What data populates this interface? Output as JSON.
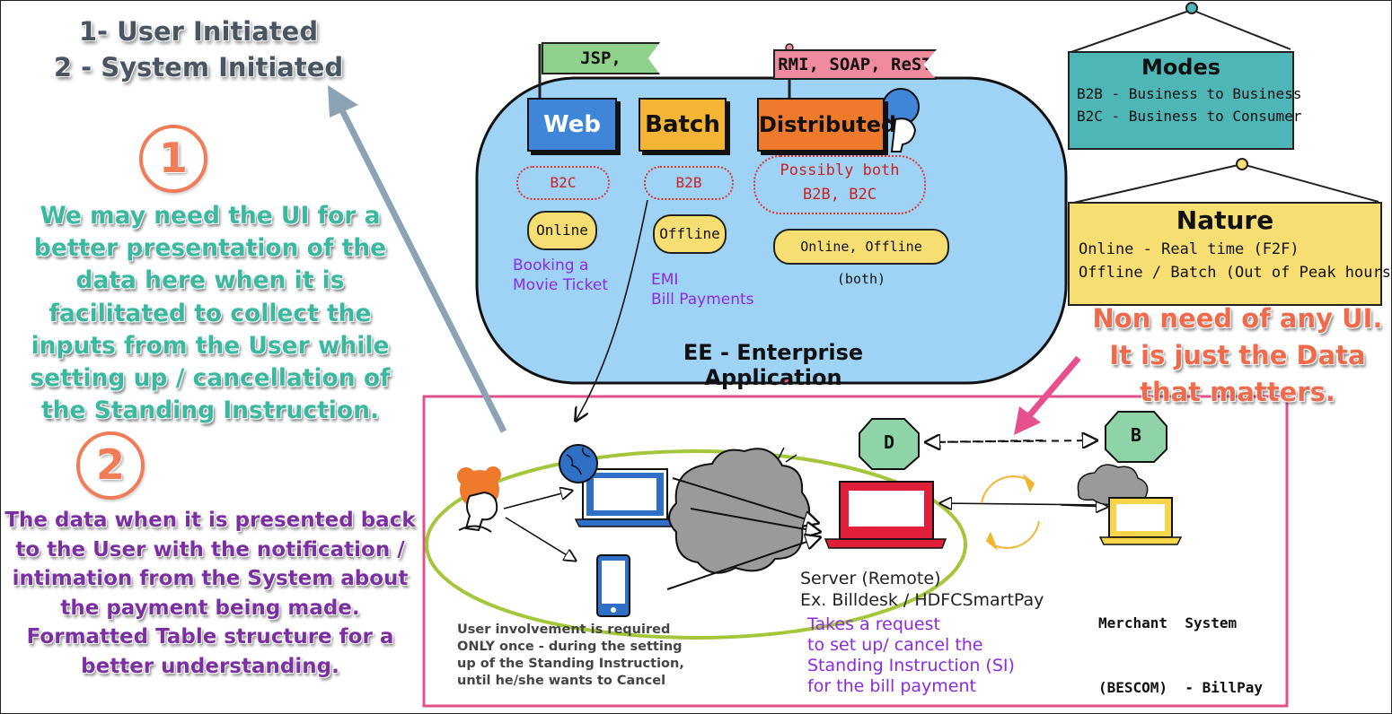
{
  "title": {
    "line1": "1- User Initiated",
    "line2": "2 - System Initiated"
  },
  "markers": {
    "one": "1",
    "two": "2"
  },
  "notes": {
    "note1": "We may need the UI for a better presentation of the data here when it is facilitated to collect the inputs from the User while setting up / cancellation of the Standing Instruction.",
    "note2": "The data when it is presented back to the User with the notification / intimation from the System about the payment being made. Formatted Table structure for a better understanding.",
    "note3": "Non need of any UI. It is just the Data that matters."
  },
  "flags": {
    "web_flag": "JSP, Servlets",
    "dist_flag": "RMI, SOAP, ReST"
  },
  "enterprise": {
    "caption": "EE - Enterprise Application",
    "web": {
      "label": "Web",
      "type": "B2C",
      "mode": "Online",
      "example_1": "Booking a",
      "example_2": "Movie Ticket",
      "color": "#3f86d8"
    },
    "batch": {
      "label": "Batch",
      "type": "B2B",
      "mode": "Offline",
      "example_1": "EMI",
      "example_2": "Bill Payments",
      "color": "#f4b535"
    },
    "distributed": {
      "label": "Distributed",
      "type_1": "Possibly both",
      "type_2": "B2B, B2C",
      "mode": "Online, Offline (both)",
      "color": "#ef7a2c"
    }
  },
  "modes": {
    "title": "Modes",
    "line1": "B2B - Business to Business",
    "line2": "B2C - Business to Consumer"
  },
  "nature": {
    "title": "Nature",
    "line1": "Online - Real time (F2F)",
    "line2": "Offline / Batch (Out of Peak hours)"
  },
  "flow": {
    "db_label_1": "D",
    "db_label_2": "B",
    "server_1": "Server (Remote)",
    "server_2": "Ex. Billdesk / HDFCSmartPay",
    "merchant_1": "Merchant  System",
    "merchant_2": "(BESCOM)  - BillPay",
    "request_1": "Takes a request",
    "request_2": "to set up/ cancel the",
    "request_3": "Standing Instruction (SI)",
    "request_4": "for the bill payment",
    "user_1": "User involvement is required",
    "user_2": "ONLY once - during the setting",
    "user_3": "up of the Standing Instruction,",
    "user_4": "until he/she wants to Cancel"
  },
  "colors": {
    "accent_pink": "#e0508a",
    "teal_sign": "#4fb6b8",
    "yellow_sign": "#f7de72",
    "cloud_bg": "#9fd3f5",
    "ellipse": "#a4c63b"
  }
}
